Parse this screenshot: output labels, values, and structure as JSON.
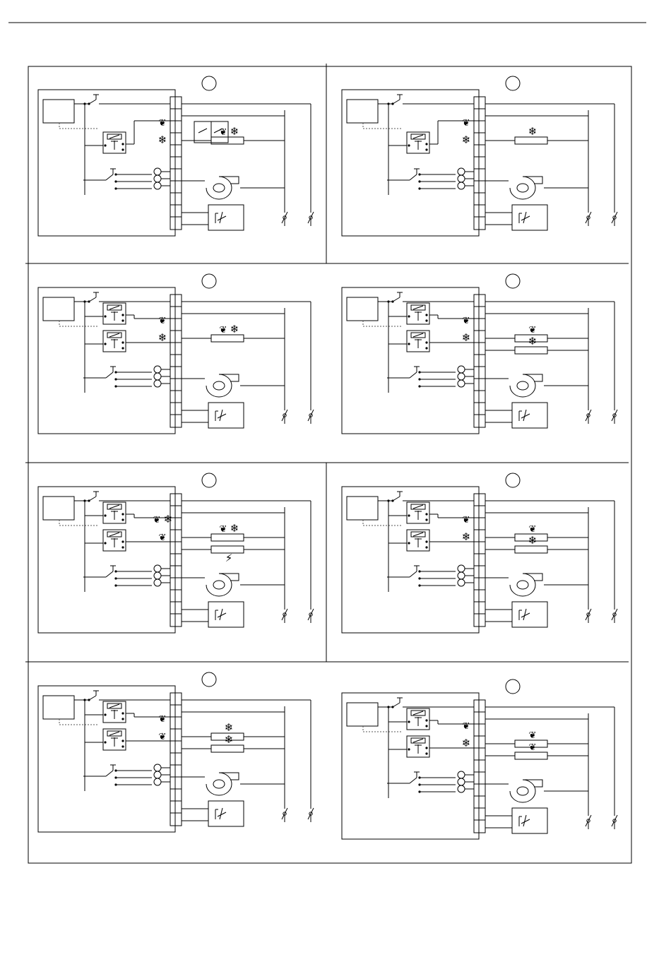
{
  "document": {
    "title": "",
    "layout": "grid of 8 wiring diagram panels, 2 columns x 4 rows",
    "panels": [
      {
        "id": "A",
        "symbols": [
          "flame",
          "snowflake"
        ],
        "loads": [
          "flame-snowflake"
        ],
        "relays": 1,
        "motorized_valve": true
      },
      {
        "id": "B",
        "symbols": [
          "flame",
          "snowflake"
        ],
        "loads": [
          "snowflake"
        ],
        "relays": 1,
        "motorized_valve": false
      },
      {
        "id": "C",
        "symbols": [
          "flame",
          "snowflake"
        ],
        "loads": [
          "flame-snowflake"
        ],
        "relays": 2,
        "motorized_valve": false
      },
      {
        "id": "D",
        "symbols": [
          "flame",
          "snowflake"
        ],
        "loads": [
          "flame",
          "snowflake"
        ],
        "relays": 2,
        "motorized_valve": false
      },
      {
        "id": "E",
        "symbols": [
          "flame-snowflake",
          "flame"
        ],
        "loads": [
          "flame-snowflake",
          "electric-heater"
        ],
        "relays": 2,
        "motorized_valve": false
      },
      {
        "id": "F",
        "symbols": [
          "flame",
          "snowflake"
        ],
        "loads": [
          "flame",
          "snowflake"
        ],
        "relays": 2,
        "motorized_valve": false
      },
      {
        "id": "G",
        "symbols": [
          "flame",
          "flame"
        ],
        "loads": [
          "snowflake",
          "snowflake"
        ],
        "relays": 2,
        "motorized_valve": false
      },
      {
        "id": "H",
        "symbols": [
          "flame",
          "snowflake"
        ],
        "loads": [
          "flame",
          "flame"
        ],
        "relays": 2,
        "motorized_valve": false
      }
    ]
  },
  "icons": {
    "flame": "flame-icon",
    "snowflake": "snowflake-icon",
    "fan": "fan-icon",
    "thermal-switch": "thermal-switch-icon",
    "mains-switch": "switch-icon"
  },
  "glyphs": {
    "flame": "❦",
    "snowflake": "❄"
  },
  "colors": {
    "line": "#000000",
    "dashed": "#555555"
  }
}
